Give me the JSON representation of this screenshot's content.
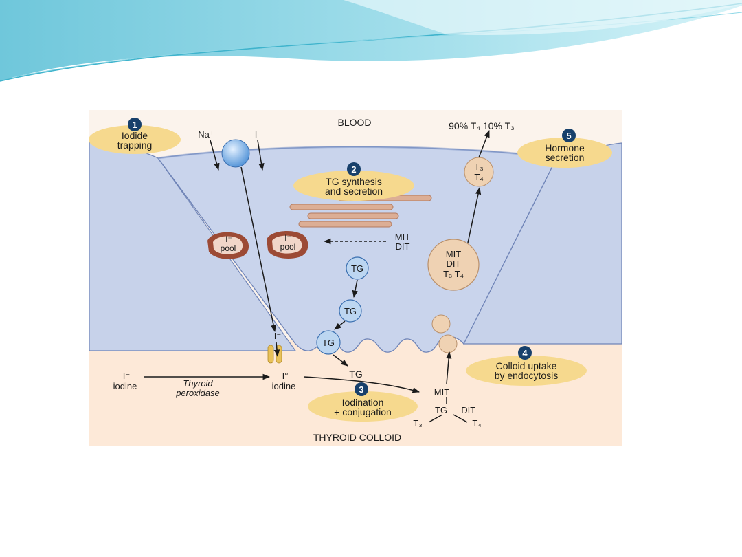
{
  "colors": {
    "banner_dark": "#5ec9dc",
    "banner_light": "#bdeaf2",
    "cell": "#c9d4ec",
    "cell_edge": "#6f84b7",
    "colloid": "#fbe7d6",
    "callout": "#f6d98e",
    "badge": "#17406b",
    "pool": "#9c4a35",
    "er": "#dcae95",
    "tg_vesicle": "#bcd6f1"
  },
  "labels": {
    "blood": "BLOOD",
    "colloid": "THYROID COLLOID",
    "na": "Na⁺",
    "iodide_in": "I⁻",
    "iodide_lumen": "I⁻",
    "pool": "pool",
    "pool_ion": "I⁻",
    "mit": "MIT",
    "dit": "DIT",
    "tg": "TG",
    "iodine_left_sym": "I⁻",
    "iodine_left": "iodine",
    "enzyme_line1": "Thyroid",
    "enzyme_line2": "peroxidase",
    "iodine_right_sym": "I°",
    "iodine_right": "iodine",
    "colloid_mit": "MIT",
    "colloid_tg_dit": "TG — DIT",
    "colloid_t3": "T₃",
    "colloid_t4": "T₄",
    "droplet_mit": "MIT",
    "droplet_dit": "DIT",
    "droplet_t3t4": "T₃ T₄",
    "secreted_t3": "T₃",
    "secreted_t4": "T₄",
    "output": "90% T₄  10% T₃"
  },
  "steps": [
    {
      "num": "1",
      "line1": "Iodide",
      "line2": "trapping"
    },
    {
      "num": "2",
      "line1": "TG synthesis",
      "line2": "and secretion"
    },
    {
      "num": "3",
      "line1": "Iodination",
      "line2": "+ conjugation"
    },
    {
      "num": "4",
      "line1": "Colloid uptake",
      "line2": "by endocytosis"
    },
    {
      "num": "5",
      "line1": "Hormone",
      "line2": "secretion"
    }
  ]
}
